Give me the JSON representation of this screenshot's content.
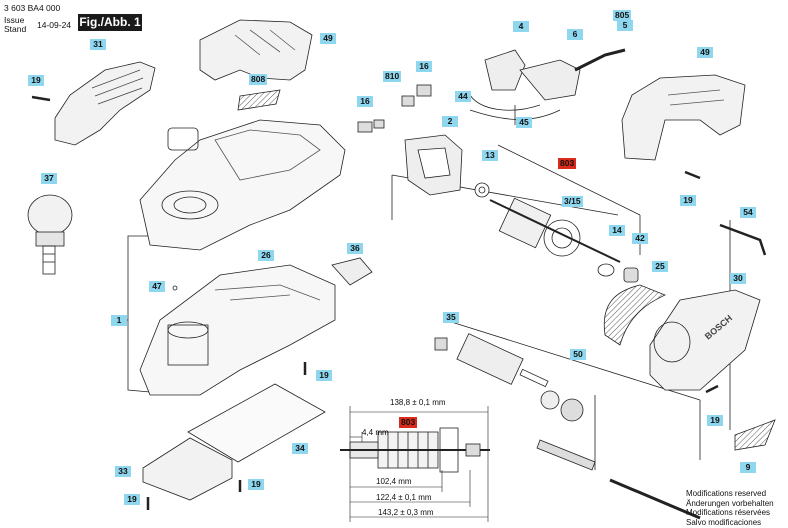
{
  "header": {
    "doc_number": "3 603 BA4 000",
    "issue_label": "Issue",
    "stand_label": "Stand",
    "date": "14-09-24",
    "figure_label": "Fig./Abb. 1"
  },
  "part_labels": {
    "p805": "805",
    "p5": "5",
    "p6": "6",
    "p4": "4",
    "p31": "31",
    "p49a": "49",
    "p49b": "49",
    "p19a": "19",
    "p808": "808",
    "p810": "810",
    "p16a": "16",
    "p16b": "16",
    "p44": "44",
    "p45": "45",
    "p2": "2",
    "p13": "13",
    "p803a": "803",
    "p3_15": "3/15",
    "p37": "37",
    "p14": "14",
    "p42": "42",
    "p19b": "19",
    "p54": "54",
    "p26": "26",
    "p36": "36",
    "p25": "25",
    "p30": "30",
    "p47": "47",
    "p1": "1",
    "p35": "35",
    "p50": "50",
    "p19c": "19",
    "p19d": "19",
    "p34": "34",
    "p803b": "803",
    "p33": "33",
    "p19e": "19",
    "p19f": "19",
    "p9": "9"
  },
  "dimensions": {
    "d1": "138,8 ± 0,1 mm",
    "d2": "4,4 mm",
    "d3": "102,4 mm",
    "d4": "122,4 ± 0,1 mm",
    "d5": "143,2 ± 0,3 mm"
  },
  "brand_text": "BOSCH",
  "notes": [
    "Modifications reserved",
    "Änderungen vorbehalten",
    "Modifications réservées",
    "Salvo modificaciones"
  ]
}
